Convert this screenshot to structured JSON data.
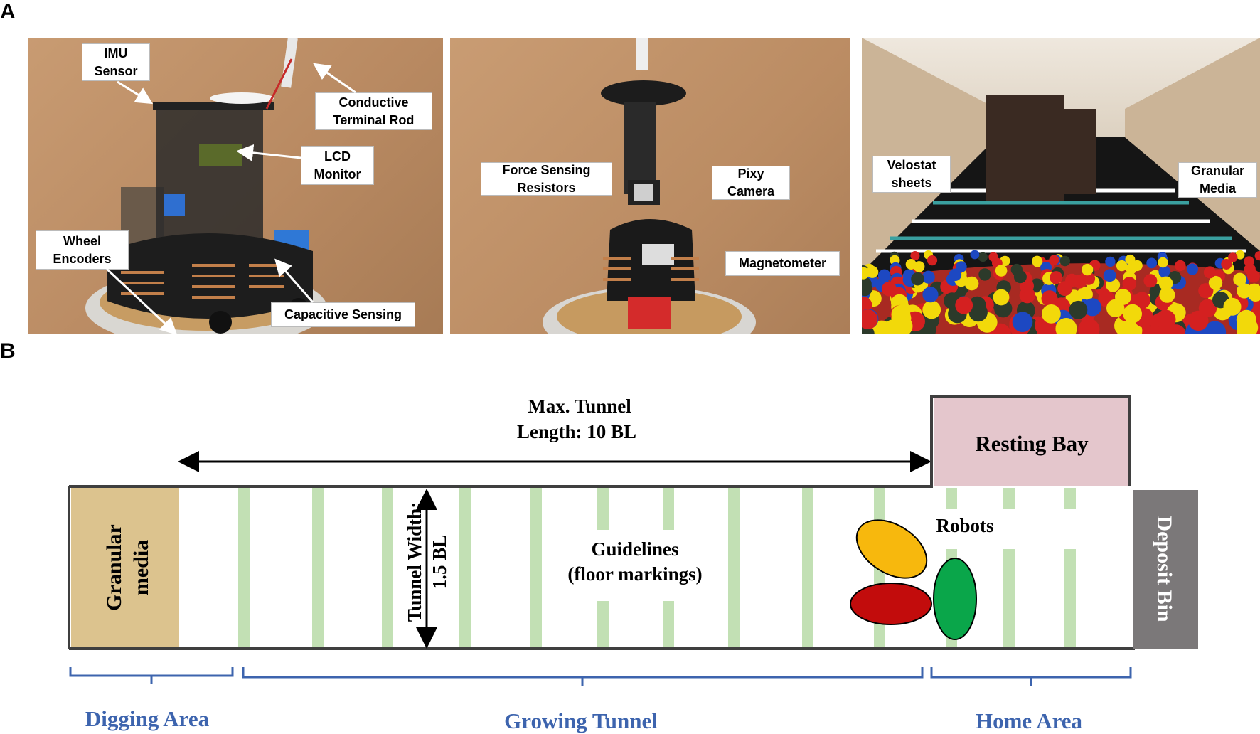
{
  "panels": {
    "a": "A",
    "b": "B"
  },
  "photo1_callouts": {
    "imu": [
      "IMU",
      "Sensor"
    ],
    "rod": [
      "Conductive",
      "Terminal Rod"
    ],
    "lcd": [
      "LCD",
      "Monitor"
    ],
    "encoders": [
      "Wheel",
      "Encoders"
    ],
    "capacitive": [
      "Capacitive Sensing"
    ]
  },
  "photo2_callouts": {
    "fsr": [
      "Force Sensing",
      "Resistors"
    ],
    "pixy": [
      "Pixy",
      "Camera"
    ],
    "magnetometer": [
      "Magnetometer"
    ]
  },
  "photo3_callouts": {
    "velostat": [
      "Velostat",
      "sheets"
    ],
    "granular": [
      "Granular",
      "Media"
    ]
  },
  "diagram": {
    "max_tunnel": [
      "Max. Tunnel",
      "Length: 10 BL"
    ],
    "resting_bay": "Resting Bay",
    "granular_media": [
      "Granular",
      "media"
    ],
    "tunnel_width": [
      "Tunnel Width:",
      "1.5 BL"
    ],
    "guidelines": [
      "Guidelines",
      "(floor markings)"
    ],
    "robots": "Robots",
    "deposit_bin": "Deposit Bin",
    "areas": {
      "digging": "Digging  Area",
      "growing": "Growing Tunnel",
      "home": "Home  Area"
    },
    "colors": {
      "guideline": "#c2e0b4",
      "resting_bay": "#e4c6cc",
      "granular": "#dcc38e",
      "deposit_bin": "#7b7879",
      "area_label": "#3d64ae",
      "robot_yellow": "#f7b80d",
      "robot_red": "#c20c0c",
      "robot_green": "#0aa64a"
    }
  }
}
